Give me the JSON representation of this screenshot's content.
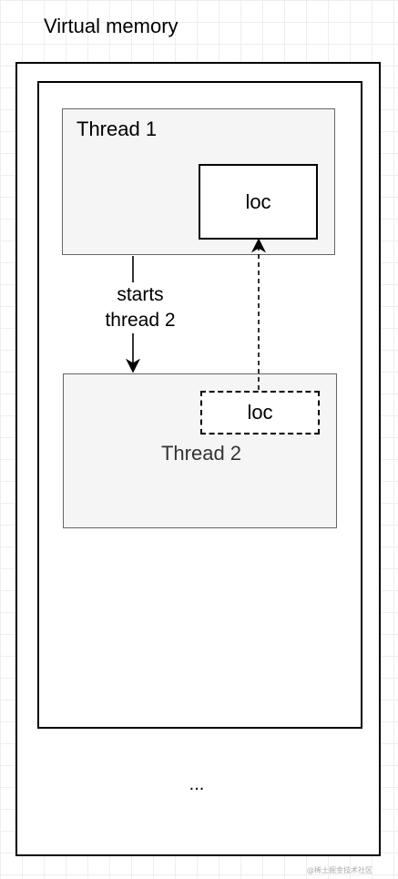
{
  "diagram": {
    "title": "Virtual memory",
    "thread1": {
      "label": "Thread 1",
      "loc_label": "loc"
    },
    "edge": {
      "line1": "starts",
      "line2": "thread 2"
    },
    "thread2": {
      "label": "Thread 2",
      "loc_label": "loc"
    },
    "ellipsis": "...",
    "watermark": "@稀土掘金技术社区"
  },
  "colors": {
    "thread_fill": "#f5f5f5",
    "thread_border": "#666666",
    "line": "#000000"
  }
}
